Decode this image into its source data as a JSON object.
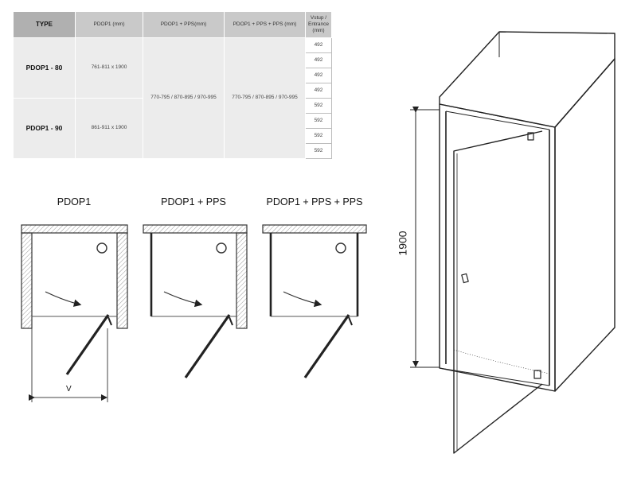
{
  "table": {
    "headers": [
      "TYPE",
      "PDOP1 (mm)",
      "PDOP1 + PPS(mm)",
      "PDOP1 + PPS + PPS (mm)",
      "Vstup / Entrance (mm)"
    ],
    "rows": [
      {
        "type": "PDOP1 - 80",
        "pdop1": "761-811 x 1900",
        "pps": "770-795 / 870-895 / 970-995",
        "pps2": "770-795 / 870-895 / 970-995",
        "entrance": [
          "492",
          "492",
          "492",
          "492"
        ]
      },
      {
        "type": "PDOP1 - 90",
        "pdop1": "861-911 x 1900",
        "entrance": [
          "592",
          "592",
          "592",
          "592"
        ]
      }
    ]
  },
  "plans": [
    {
      "title": "PDOP1"
    },
    {
      "title": "PDOP1 + PPS"
    },
    {
      "title": "PDOP1 + PPS + PPS"
    }
  ],
  "dimension_v": "V",
  "height_label": "1900"
}
